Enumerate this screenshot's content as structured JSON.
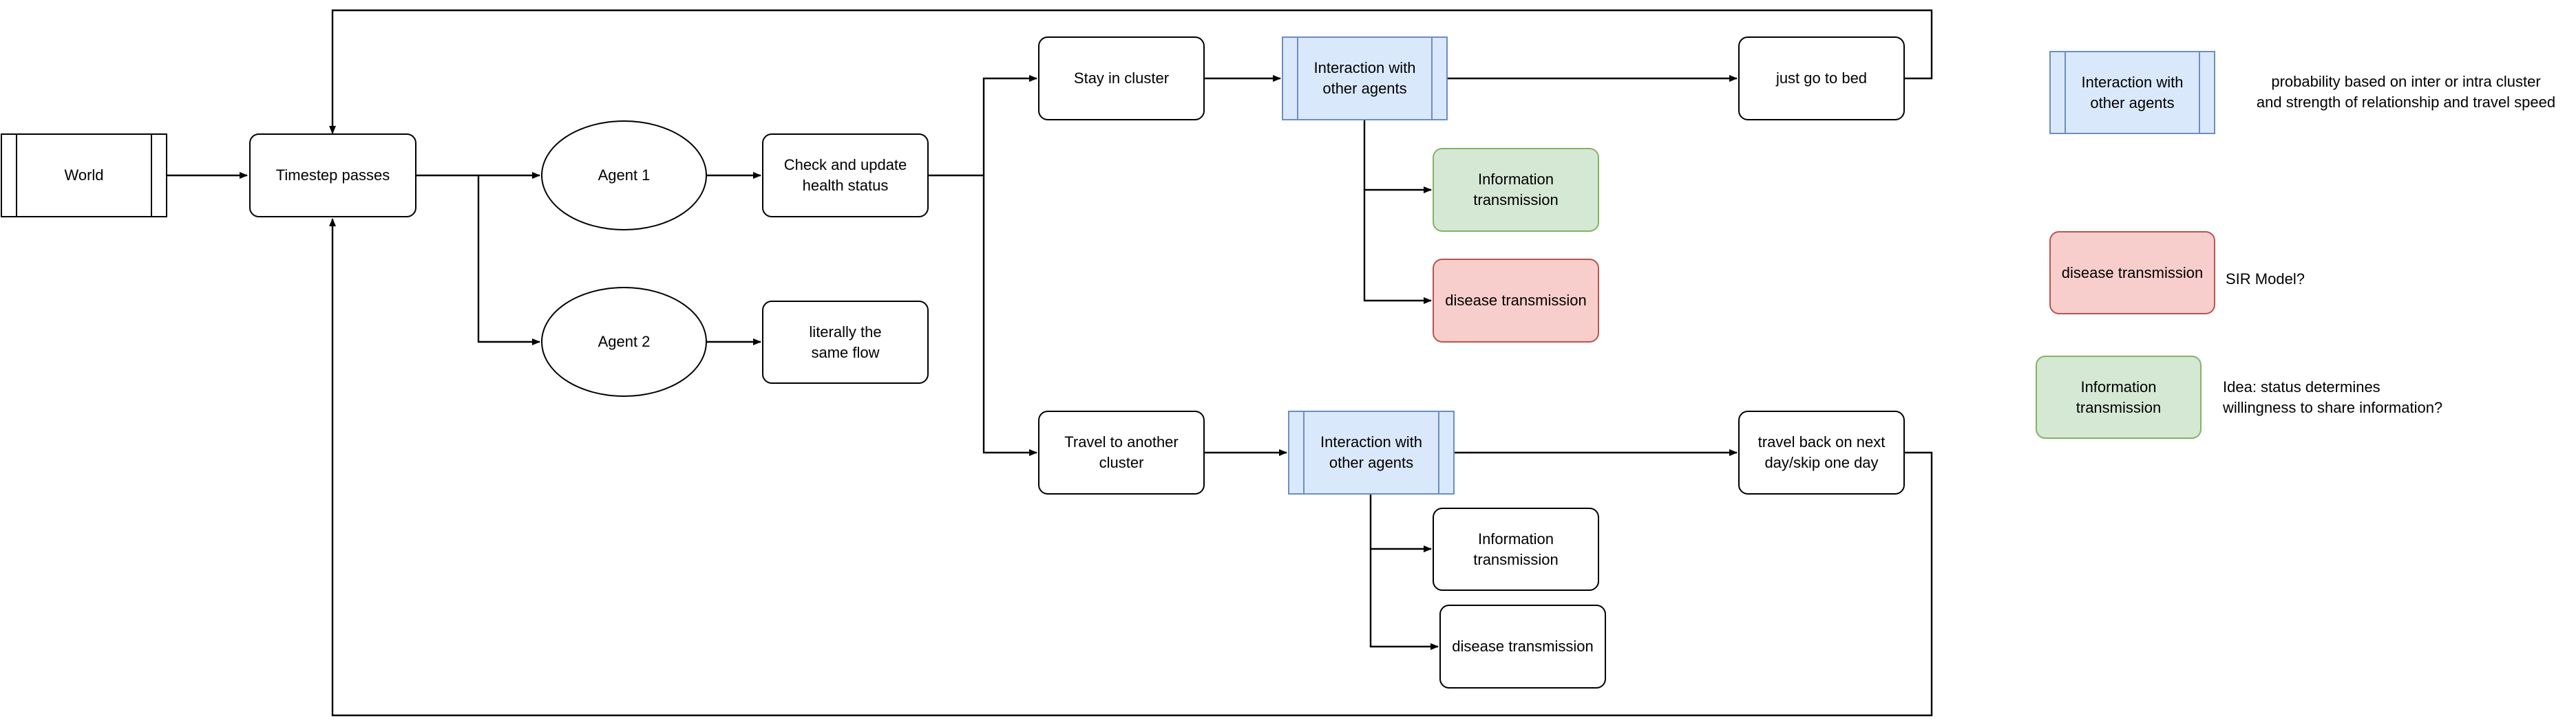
{
  "nodes": {
    "world": "World",
    "timestep": "Timestep passes",
    "agent1": "Agent 1",
    "agent2": "Agent 2",
    "check_health": "Check and update\nhealth status",
    "same_flow": "literally the\nsame flow",
    "stay_cluster": "Stay in cluster",
    "travel_cluster": "Travel to another\ncluster",
    "interaction_top": "Interaction with\nother agents",
    "interaction_bottom": "Interaction with\nother agents",
    "info_top": "Information\ntransmission",
    "disease_top": "disease transmission",
    "info_bottom": "Information\ntransmission",
    "disease_bottom": "disease transmission",
    "go_to_bed": "just go to bed",
    "travel_back": "travel back on next\nday/skip one day"
  },
  "legend": {
    "interaction": "Interaction with\nother agents",
    "interaction_note": "probability based on inter or intra cluster\nand strength of relationship and travel speed",
    "disease": "disease transmission",
    "disease_note": "SIR Model?",
    "information": "Information\ntransmission",
    "information_note": "Idea: status determines\nwillingness to share information?"
  },
  "colors": {
    "interaction_fill": "#dae8fc",
    "interaction_stroke": "#6c8ebf",
    "information_fill": "#d5e8d4",
    "information_stroke": "#82b366",
    "disease_fill": "#f8cecc",
    "disease_stroke": "#b85450"
  }
}
